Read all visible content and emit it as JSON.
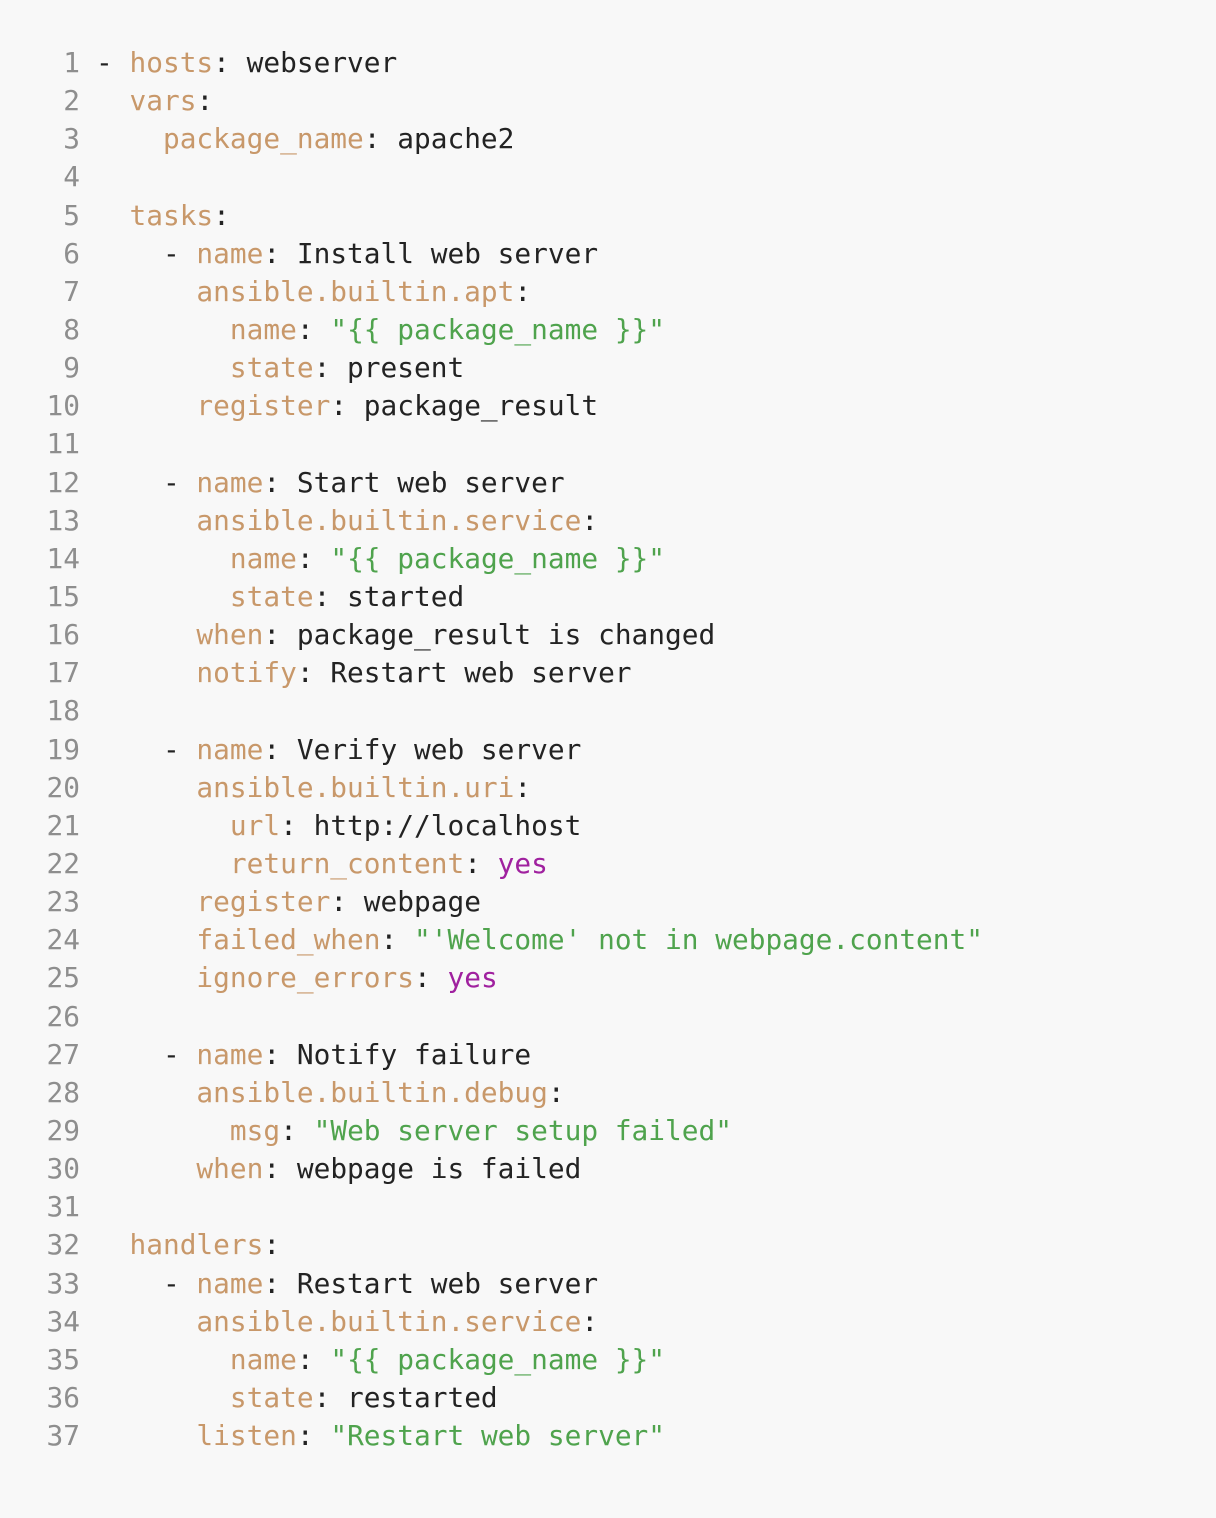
{
  "editor": {
    "language": "yaml",
    "colors": {
      "background": "#f8f8f8",
      "line_number": "#8e8e8e",
      "key": "#c8986a",
      "string": "#4fa34d",
      "boolean": "#a0219f",
      "plain": "#232323"
    },
    "lines": [
      {
        "n": "1",
        "tokens": [
          [
            "p",
            "- "
          ],
          [
            "k",
            "hosts"
          ],
          [
            "p",
            ": webserver"
          ]
        ]
      },
      {
        "n": "2",
        "tokens": [
          [
            "p",
            "  "
          ],
          [
            "k",
            "vars"
          ],
          [
            "p",
            ":"
          ]
        ]
      },
      {
        "n": "3",
        "tokens": [
          [
            "p",
            "    "
          ],
          [
            "k",
            "package_name"
          ],
          [
            "p",
            ": apache2"
          ]
        ]
      },
      {
        "n": "4",
        "tokens": []
      },
      {
        "n": "5",
        "tokens": [
          [
            "p",
            "  "
          ],
          [
            "k",
            "tasks"
          ],
          [
            "p",
            ":"
          ]
        ]
      },
      {
        "n": "6",
        "tokens": [
          [
            "p",
            "    - "
          ],
          [
            "k",
            "name"
          ],
          [
            "p",
            ": Install web server"
          ]
        ]
      },
      {
        "n": "7",
        "tokens": [
          [
            "p",
            "      "
          ],
          [
            "k",
            "ansible.builtin.apt"
          ],
          [
            "p",
            ":"
          ]
        ]
      },
      {
        "n": "8",
        "tokens": [
          [
            "p",
            "        "
          ],
          [
            "k",
            "name"
          ],
          [
            "p",
            ": "
          ],
          [
            "s",
            "\"{{ package_name }}\""
          ]
        ]
      },
      {
        "n": "9",
        "tokens": [
          [
            "p",
            "        "
          ],
          [
            "k",
            "state"
          ],
          [
            "p",
            ": present"
          ]
        ]
      },
      {
        "n": "10",
        "tokens": [
          [
            "p",
            "      "
          ],
          [
            "k",
            "register"
          ],
          [
            "p",
            ": package_result"
          ]
        ]
      },
      {
        "n": "11",
        "tokens": []
      },
      {
        "n": "12",
        "tokens": [
          [
            "p",
            "    - "
          ],
          [
            "k",
            "name"
          ],
          [
            "p",
            ": Start web server"
          ]
        ]
      },
      {
        "n": "13",
        "tokens": [
          [
            "p",
            "      "
          ],
          [
            "k",
            "ansible.builtin.service"
          ],
          [
            "p",
            ":"
          ]
        ]
      },
      {
        "n": "14",
        "tokens": [
          [
            "p",
            "        "
          ],
          [
            "k",
            "name"
          ],
          [
            "p",
            ": "
          ],
          [
            "s",
            "\"{{ package_name }}\""
          ]
        ]
      },
      {
        "n": "15",
        "tokens": [
          [
            "p",
            "        "
          ],
          [
            "k",
            "state"
          ],
          [
            "p",
            ": started"
          ]
        ]
      },
      {
        "n": "16",
        "tokens": [
          [
            "p",
            "      "
          ],
          [
            "k",
            "when"
          ],
          [
            "p",
            ": package_result is changed"
          ]
        ]
      },
      {
        "n": "17",
        "tokens": [
          [
            "p",
            "      "
          ],
          [
            "k",
            "notify"
          ],
          [
            "p",
            ": Restart web server"
          ]
        ]
      },
      {
        "n": "18",
        "tokens": []
      },
      {
        "n": "19",
        "tokens": [
          [
            "p",
            "    - "
          ],
          [
            "k",
            "name"
          ],
          [
            "p",
            ": Verify web server"
          ]
        ]
      },
      {
        "n": "20",
        "tokens": [
          [
            "p",
            "      "
          ],
          [
            "k",
            "ansible.builtin.uri"
          ],
          [
            "p",
            ":"
          ]
        ]
      },
      {
        "n": "21",
        "tokens": [
          [
            "p",
            "        "
          ],
          [
            "k",
            "url"
          ],
          [
            "p",
            ": http://localhost"
          ]
        ]
      },
      {
        "n": "22",
        "tokens": [
          [
            "p",
            "        "
          ],
          [
            "k",
            "return_content"
          ],
          [
            "p",
            ": "
          ],
          [
            "b",
            "yes"
          ]
        ]
      },
      {
        "n": "23",
        "tokens": [
          [
            "p",
            "      "
          ],
          [
            "k",
            "register"
          ],
          [
            "p",
            ": webpage"
          ]
        ]
      },
      {
        "n": "24",
        "tokens": [
          [
            "p",
            "      "
          ],
          [
            "k",
            "failed_when"
          ],
          [
            "p",
            ": "
          ],
          [
            "s",
            "\"'Welcome' not in webpage.content\""
          ]
        ]
      },
      {
        "n": "25",
        "tokens": [
          [
            "p",
            "      "
          ],
          [
            "k",
            "ignore_errors"
          ],
          [
            "p",
            ": "
          ],
          [
            "b",
            "yes"
          ]
        ]
      },
      {
        "n": "26",
        "tokens": []
      },
      {
        "n": "27",
        "tokens": [
          [
            "p",
            "    - "
          ],
          [
            "k",
            "name"
          ],
          [
            "p",
            ": Notify failure"
          ]
        ]
      },
      {
        "n": "28",
        "tokens": [
          [
            "p",
            "      "
          ],
          [
            "k",
            "ansible.builtin.debug"
          ],
          [
            "p",
            ":"
          ]
        ]
      },
      {
        "n": "29",
        "tokens": [
          [
            "p",
            "        "
          ],
          [
            "k",
            "msg"
          ],
          [
            "p",
            ": "
          ],
          [
            "s",
            "\"Web server setup failed\""
          ]
        ]
      },
      {
        "n": "30",
        "tokens": [
          [
            "p",
            "      "
          ],
          [
            "k",
            "when"
          ],
          [
            "p",
            ": webpage is failed"
          ]
        ]
      },
      {
        "n": "31",
        "tokens": []
      },
      {
        "n": "32",
        "tokens": [
          [
            "p",
            "  "
          ],
          [
            "k",
            "handlers"
          ],
          [
            "p",
            ":"
          ]
        ]
      },
      {
        "n": "33",
        "tokens": [
          [
            "p",
            "    - "
          ],
          [
            "k",
            "name"
          ],
          [
            "p",
            ": Restart web server"
          ]
        ]
      },
      {
        "n": "34",
        "tokens": [
          [
            "p",
            "      "
          ],
          [
            "k",
            "ansible.builtin.service"
          ],
          [
            "p",
            ":"
          ]
        ]
      },
      {
        "n": "35",
        "tokens": [
          [
            "p",
            "        "
          ],
          [
            "k",
            "name"
          ],
          [
            "p",
            ": "
          ],
          [
            "s",
            "\"{{ package_name }}\""
          ]
        ]
      },
      {
        "n": "36",
        "tokens": [
          [
            "p",
            "        "
          ],
          [
            "k",
            "state"
          ],
          [
            "p",
            ": restarted"
          ]
        ]
      },
      {
        "n": "37",
        "tokens": [
          [
            "p",
            "      "
          ],
          [
            "k",
            "listen"
          ],
          [
            "p",
            ": "
          ],
          [
            "s",
            "\"Restart web server\""
          ]
        ]
      }
    ]
  }
}
